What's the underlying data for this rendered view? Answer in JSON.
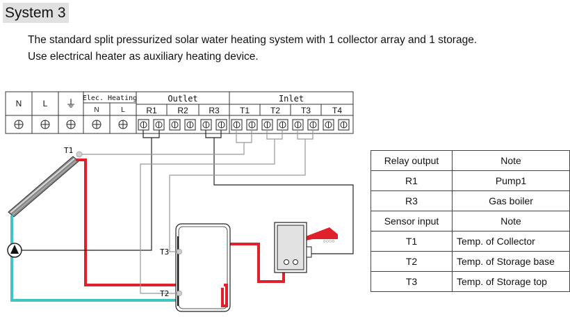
{
  "title": "System 3",
  "description": [
    "The standard split pressurized solar water heating system with 1 collector array and 1 storage.",
    "Use electrical heater as auxiliary heating device."
  ],
  "terminal_block": {
    "power_labels": [
      "N",
      "L"
    ],
    "earth_symbol": "⏚",
    "heating_header": "Elec. Heating",
    "heating_labels": [
      "N",
      "L"
    ],
    "outlet_header": "Outlet",
    "outlet_labels": [
      "R1",
      "R2",
      "R3"
    ],
    "inlet_header": "Inlet",
    "inlet_labels": [
      "T1",
      "T2",
      "T3",
      "T4"
    ]
  },
  "diagram_labels": {
    "t1": "T1",
    "t2": "T2",
    "t3": "T3",
    "heater_terminals": "○○○○"
  },
  "notes_table": {
    "header": [
      "Relay output",
      "Note"
    ],
    "relay_rows": [
      [
        "R1",
        "Pump1"
      ],
      [
        "R3",
        "Gas boiler"
      ]
    ],
    "sensor_header": [
      "Sensor input",
      "Note"
    ],
    "sensor_rows": [
      [
        "T1",
        "Temp. of Collector"
      ],
      [
        "T2",
        "Temp. of Storage base"
      ],
      [
        "T3",
        "Temp. of Storage top"
      ]
    ]
  },
  "colors": {
    "hot_pipe": "#e0202a",
    "cold_pipe": "#40c4c4",
    "wire": "#222222",
    "sensor_wire": "#999999"
  }
}
